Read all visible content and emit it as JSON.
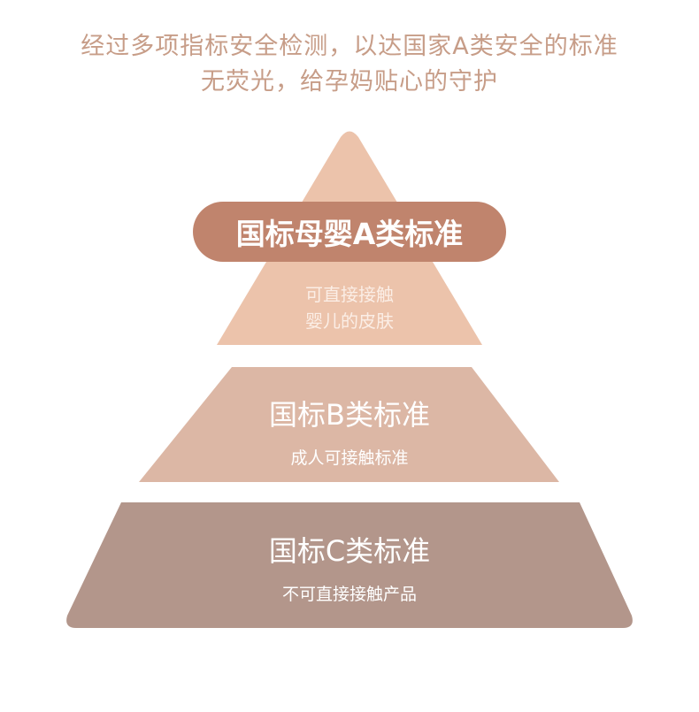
{
  "header": {
    "line1": "经过多项指标安全检测，以达国家A类安全的标准",
    "line2": "无荧光，给孕妈贴心的守护"
  },
  "pyramid": {
    "top": {
      "title": "国标母婴A类标准",
      "desc1": "可直接接触",
      "desc2": "婴儿的皮肤",
      "color": "#ecc3ab",
      "pill_color": "#c0846d"
    },
    "middle": {
      "title": "国标B类标准",
      "desc": "成人可接触标准",
      "color": "#dcb7a5"
    },
    "bottom": {
      "title": "国标C类标准",
      "desc": "不可直接接触产品",
      "color": "#b3968b"
    }
  }
}
